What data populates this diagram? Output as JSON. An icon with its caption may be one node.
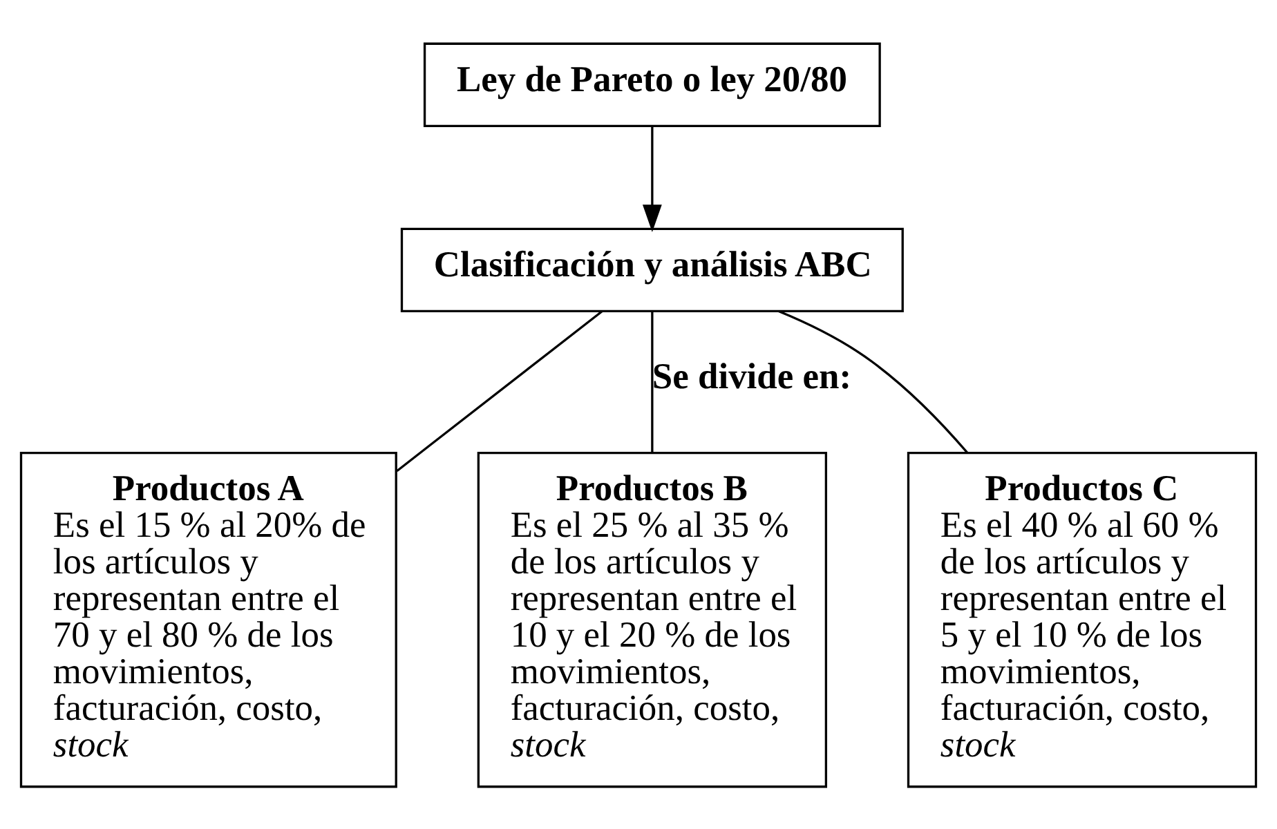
{
  "diagram": {
    "nodes": [
      {
        "text": [
          "Ley de Pareto o ley 20/80"
        ]
      },
      {
        "text": [
          "Clasificación y análisis ABC"
        ]
      },
      {
        "text": [
          "Productos A",
          "Es el 15 % al 20% de los artículos y representan entre el 70 y el 80 % de los movimientos, facturación, costo, *stock*"
        ]
      },
      {
        "text": [
          "Productos B",
          "Es el 25 % al 35 % de los artículos y representan entre el 10 y el 20 % de los movimientos, facturación, costo, *stock*"
        ]
      },
      {
        "text": [
          "Productos C",
          "Es el 40 % al 60 % de los artículos y representan entre el 5 y el 10 % de los movimientos, facturación, costo, *stock*"
        ]
      }
    ],
    "edges": [
      {
        "from": 0,
        "to": 1,
        "arrow": "to"
      },
      {
        "from": 1,
        "to": 2,
        "arrow": "none"
      },
      {
        "from": 1,
        "to": 3,
        "arrow": "none",
        "label": "Se divide en:"
      },
      {
        "from": 1,
        "to": 4,
        "arrow": "none"
      }
    ]
  }
}
